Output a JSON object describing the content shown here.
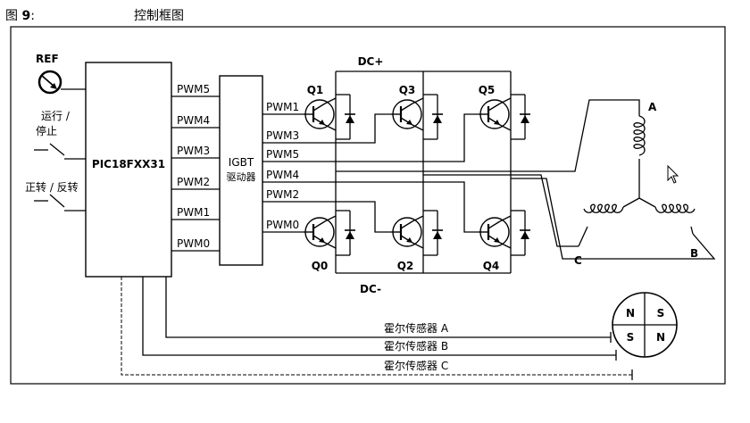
{
  "figure": {
    "label": "图 ",
    "number": "9",
    "colon": ":",
    "caption": "控制框图"
  },
  "inputs": {
    "ref": "REF",
    "run_stop_line1": "运行 /",
    "run_stop_line2": "停止",
    "fwd_rev": "正转 / 反转"
  },
  "controller": {
    "label": "PIC18FXX31"
  },
  "pwm_outputs": [
    "PWM5",
    "PWM4",
    "PWM3",
    "PWM2",
    "PWM1",
    "PWM0"
  ],
  "driver": {
    "line1": "IGBT",
    "line2": "驱动器"
  },
  "driver_outputs": [
    "PWM1",
    "PWM3",
    "PWM5",
    "PWM4",
    "PWM2",
    "PWM0"
  ],
  "bus": {
    "positive": "DC+",
    "negative": "DC-"
  },
  "switches": [
    "Q1",
    "Q3",
    "Q5",
    "Q0",
    "Q2",
    "Q4"
  ],
  "motor_phases": [
    "A",
    "B",
    "C"
  ],
  "hall_sensors": [
    "霍尔传感器 A",
    "霍尔传感器 B",
    "霍尔传感器 C"
  ],
  "magnet_poles": [
    "N",
    "S",
    "S",
    "N"
  ]
}
